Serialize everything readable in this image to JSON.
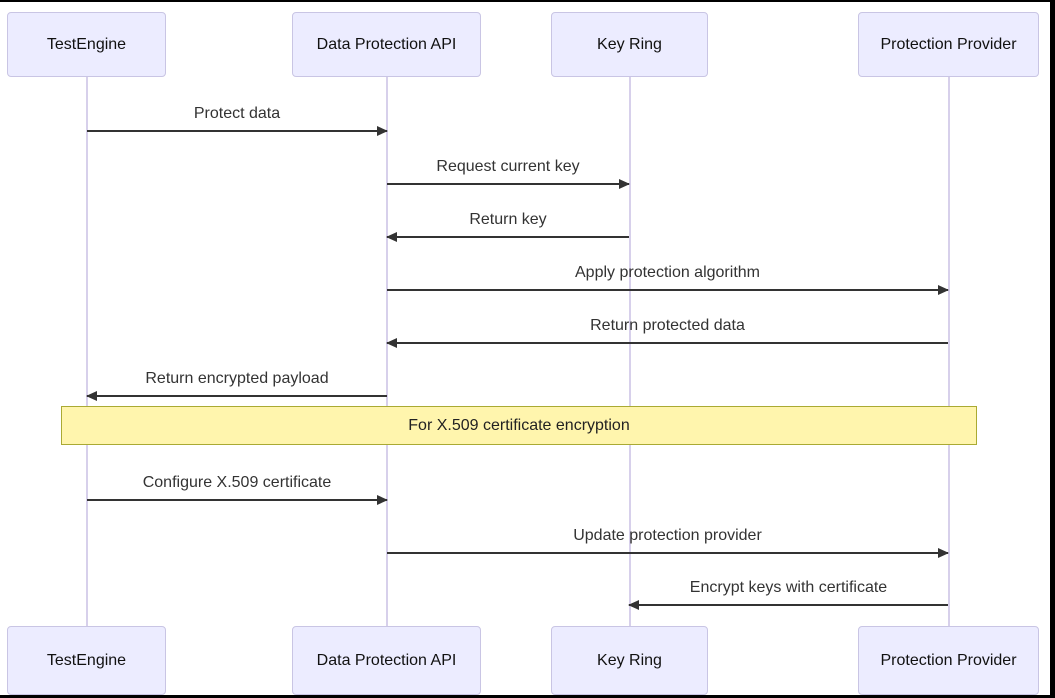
{
  "diagram": {
    "type": "sequence-diagram",
    "participants": [
      {
        "id": "testengine",
        "name": "TestEngine"
      },
      {
        "id": "dpapi",
        "name": "Data Protection API"
      },
      {
        "id": "keyring",
        "name": "Key Ring"
      },
      {
        "id": "provider",
        "name": "Protection Provider"
      }
    ],
    "messages": [
      {
        "from": "TestEngine",
        "to": "Data Protection API",
        "label": "Protect data",
        "direction": "right",
        "arrow": "solid-filled"
      },
      {
        "from": "Data Protection API",
        "to": "Key Ring",
        "label": "Request current key",
        "direction": "right",
        "arrow": "solid-filled"
      },
      {
        "from": "Key Ring",
        "to": "Data Protection API",
        "label": "Return key",
        "direction": "left",
        "arrow": "solid-filled"
      },
      {
        "from": "Data Protection API",
        "to": "Protection Provider",
        "label": "Apply protection algorithm",
        "direction": "right",
        "arrow": "solid-filled"
      },
      {
        "from": "Protection Provider",
        "to": "Data Protection API",
        "label": "Return protected data",
        "direction": "left",
        "arrow": "solid-filled"
      },
      {
        "from": "Data Protection API",
        "to": "TestEngine",
        "label": "Return encrypted payload",
        "direction": "left",
        "arrow": "solid-filled"
      },
      {
        "from": "TestEngine",
        "to": "Data Protection API",
        "label": "Configure X.509 certificate",
        "direction": "right",
        "arrow": "solid-filled"
      },
      {
        "from": "Data Protection API",
        "to": "Protection Provider",
        "label": "Update protection provider",
        "direction": "right",
        "arrow": "solid-filled"
      },
      {
        "from": "Protection Provider",
        "to": "Key Ring",
        "label": "Encrypt keys with certificate",
        "direction": "left",
        "arrow": "solid-filled"
      }
    ],
    "note": {
      "label": "For X.509 certificate encryption",
      "over": "TestEngine, Data Protection API, Key Ring, Protection Provider"
    },
    "colors": {
      "actor_fill": "#ECECFF",
      "actor_border": "#C9C5E4",
      "lifeline": "#D7D0EB",
      "message_line": "#333333",
      "note_fill": "#FFF5AD",
      "note_border": "#AAAA33",
      "background": "#FFFFFF",
      "frame_border": "#000000"
    }
  }
}
